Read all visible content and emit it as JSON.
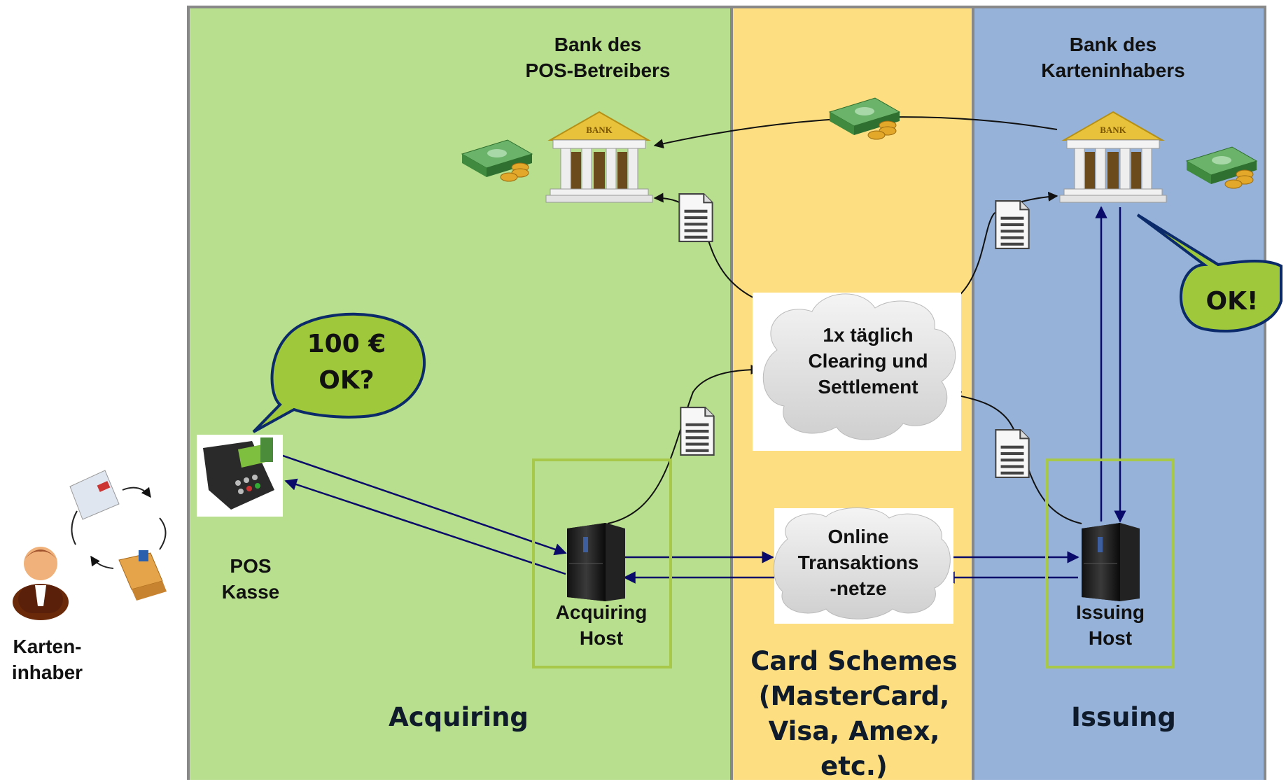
{
  "zones": {
    "acquiring": "Acquiring",
    "card_schemes": [
      "Card Schemes",
      "(MasterCard,",
      "Visa, Amex, etc.)"
    ],
    "issuing": "Issuing"
  },
  "labels": {
    "bank_acquirer": [
      "Bank des",
      "POS-Betreibers"
    ],
    "bank_issuer": [
      "Bank des",
      "Karteninhabers"
    ],
    "pos": [
      "POS",
      "Kasse"
    ],
    "cardholder": [
      "Karten-",
      "inhaber"
    ],
    "acquiring_host": [
      "Acquiring",
      "Host"
    ],
    "issuing_host": [
      "Issuing",
      "Host"
    ],
    "clearing": [
      "1x täglich",
      "Clearing und",
      "Settlement"
    ],
    "online_network": [
      "Online",
      "Transaktions",
      "-netze"
    ]
  },
  "bubbles": {
    "pos_request": [
      "100 €",
      "OK?"
    ],
    "issuer_ok": "OK!"
  },
  "icons": {
    "bank": "BANK",
    "bank_names": [
      "bank-building-icon",
      "money-stack-icon",
      "document-icon",
      "server-icon",
      "card-terminal-icon",
      "person-icon",
      "credit-card-icon",
      "shopping-bag-icon",
      "cloud-icon"
    ]
  },
  "colors": {
    "acquiring_bg": "#b7df8d",
    "card_schemes_bg": "#fddf82",
    "issuing_bg": "#96b2d8",
    "bubble_fill": "#9fc83a",
    "arrow_blue": "#0a0a6a",
    "host_frame": "#a8c84a"
  }
}
